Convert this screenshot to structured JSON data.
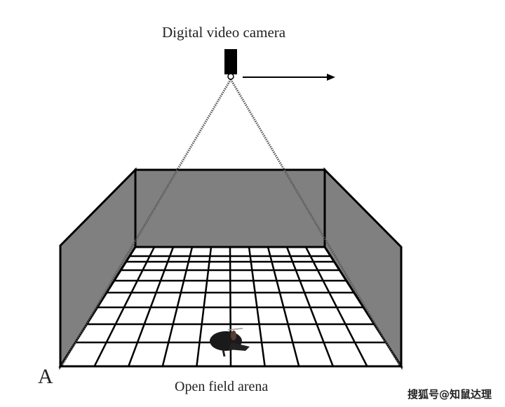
{
  "figure": {
    "panel_label": "A",
    "camera_label": "Digital video camera",
    "arena_label": "Open field arena",
    "watermark": "搜狐号@知鼠达理",
    "grid_columns": 10,
    "grid_rows": 9,
    "colors": {
      "wall": "#808080",
      "floor": "#ffffff",
      "line": "#000000"
    }
  }
}
